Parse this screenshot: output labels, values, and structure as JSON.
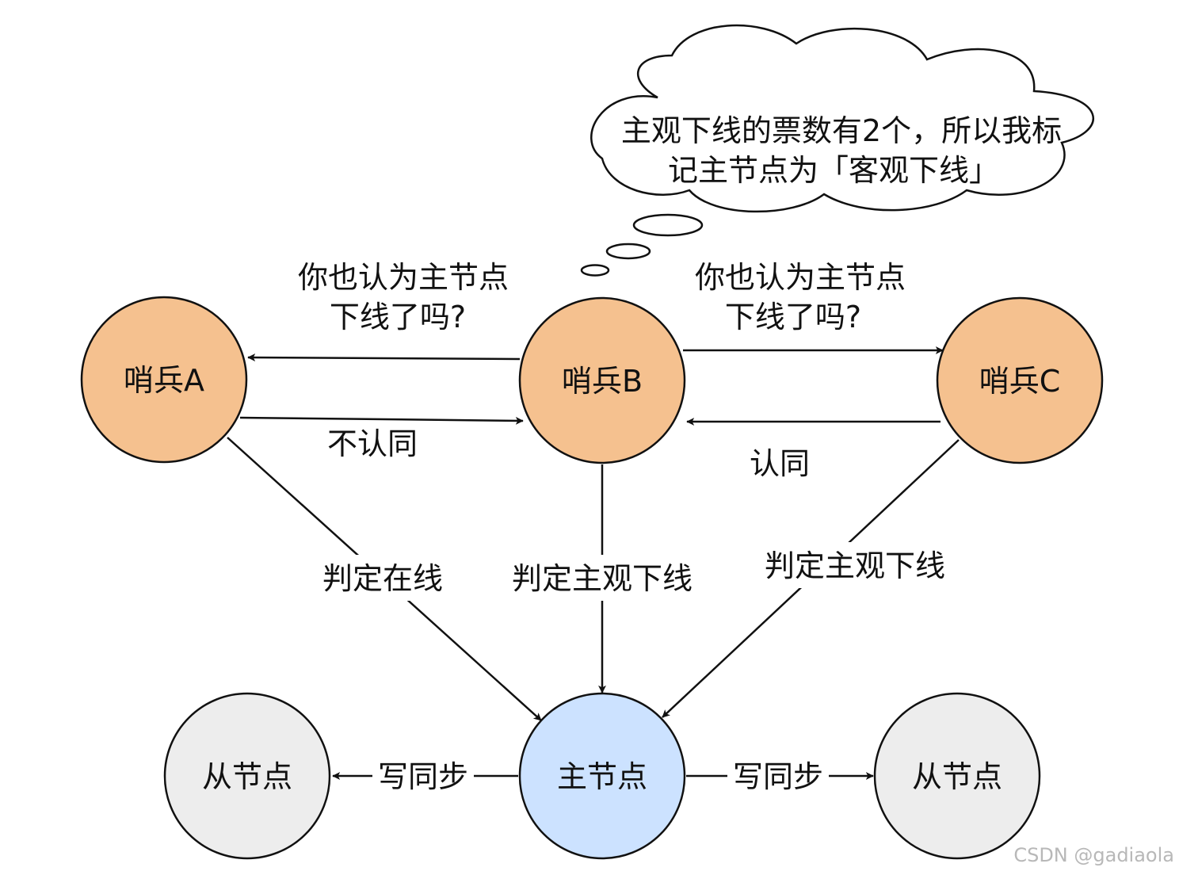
{
  "nodes": {
    "sentinel_a": {
      "label": "哨兵A",
      "color": "#F5C18F"
    },
    "sentinel_b": {
      "label": "哨兵B",
      "color": "#F5C18F"
    },
    "sentinel_c": {
      "label": "哨兵C",
      "color": "#F5C18F"
    },
    "master": {
      "label": "主节点",
      "color": "#CCE2FF"
    },
    "replica_left": {
      "label": "从节点",
      "color": "#EDEDED"
    },
    "replica_right": {
      "label": "从节点",
      "color": "#EDEDED"
    }
  },
  "thought": {
    "line1": "主观下线的票数有2个，所以我标",
    "line2": "记主节点为「客观下线」"
  },
  "edges": {
    "b_to_a_line1": "你也认为主节点",
    "b_to_a_line2": "下线了吗?",
    "b_to_c_line1": "你也认为主节点",
    "b_to_c_line2": "下线了吗?",
    "a_to_b": "不认同",
    "c_to_b": "认同",
    "a_to_master": "判定在线",
    "b_to_master": "判定主观下线",
    "c_to_master": "判定主观下线",
    "master_to_left": "写同步",
    "master_to_right": "写同步"
  },
  "watermark": "CSDN @gadiaola",
  "colors": {
    "stroke": "#111111",
    "sentinel_fill": "#F5C18F",
    "master_fill": "#CCE2FF",
    "replica_fill": "#EDEDED"
  }
}
